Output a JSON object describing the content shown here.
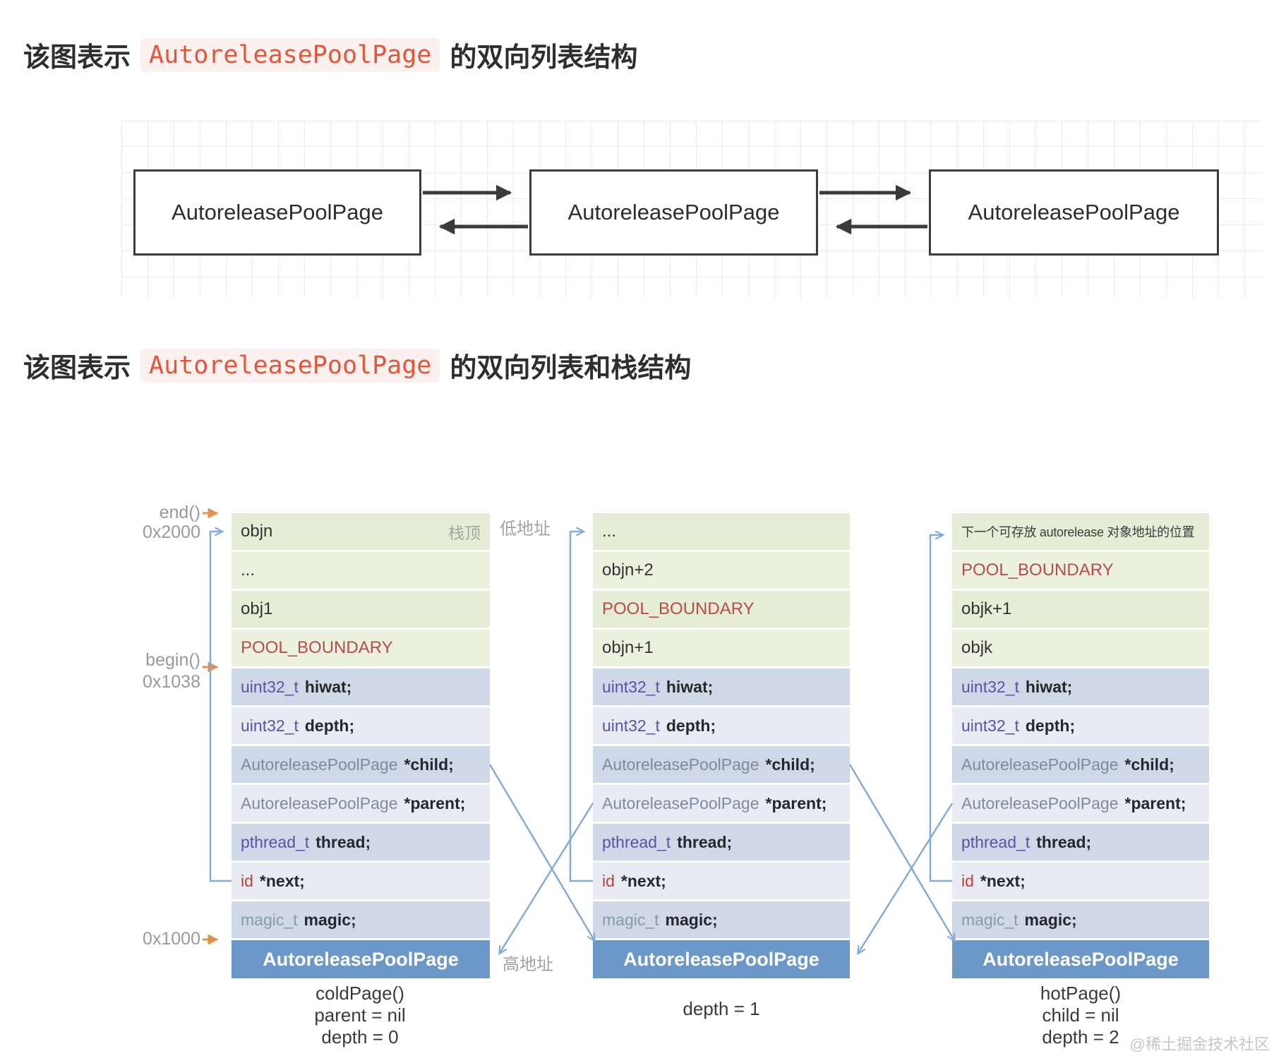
{
  "titles": {
    "t1_prefix": "该图表示",
    "t1_code": "AutoreleasePoolPage",
    "t1_suffix": "的双向列表结构",
    "t2_prefix": "该图表示",
    "t2_code": "AutoreleasePoolPage",
    "t2_suffix": "的双向列表和栈结构"
  },
  "linked_list": {
    "node1": "AutoreleasePoolPage",
    "node2": "AutoreleasePoolPage",
    "node3": "AutoreleasePoolPage"
  },
  "labels": {
    "end_fn": "end()",
    "end_addr": "0x2000",
    "begin_fn": "begin()",
    "begin_addr": "0x1038",
    "base_addr": "0x1000",
    "stack_top": "栈顶",
    "low_addr": "低地址",
    "high_addr": "高地址"
  },
  "stack_header": "AutoreleasePoolPage",
  "fields": [
    {
      "type": "uint32_t",
      "name": "hiwat;"
    },
    {
      "type": "uint32_t",
      "name": "depth;"
    },
    {
      "type": "AutoreleasePoolPage",
      "name": "*child;"
    },
    {
      "type": "AutoreleasePoolPage",
      "name": "*parent;"
    },
    {
      "type": "pthread_t",
      "name": "thread;"
    },
    {
      "type": "id",
      "name": "*next;"
    },
    {
      "type": "magic_t",
      "name": "magic;"
    }
  ],
  "stacks": [
    {
      "green_rows": [
        {
          "text": "objn"
        },
        {
          "text": "..."
        },
        {
          "text": "obj1"
        },
        {
          "text": "POOL_BOUNDARY"
        }
      ],
      "caption": [
        "coldPage()",
        "parent = nil",
        "depth = 0"
      ]
    },
    {
      "green_rows": [
        {
          "text": "..."
        },
        {
          "text": "objn+2"
        },
        {
          "text": "POOL_BOUNDARY"
        },
        {
          "text": "objn+1"
        }
      ],
      "caption": [
        "depth = 1"
      ]
    },
    {
      "green_rows": [
        {
          "text": "下一个可存放 autorelease 对象地址的位置"
        },
        {
          "text": "POOL_BOUNDARY"
        },
        {
          "text": "objk+1"
        },
        {
          "text": "objk"
        }
      ],
      "caption": [
        "hotPage()",
        "child = nil",
        "depth = 2"
      ]
    }
  ],
  "watermark": "@稀土掘金技术社区",
  "colors": {
    "code_text": "#e2573c",
    "code_bg": "#fcf1ee",
    "pool_boundary_red": "#b94b48",
    "type_purple": "#5b51a8",
    "type_grayblue": "#7d8ba1",
    "type_red": "#bb4038",
    "type_gray": "#8d99a6",
    "green_row": "#e5edd6",
    "green_row_alt": "#ebf1de",
    "blue_row": "#cfd8e6",
    "blue_row_alt": "#e8ebf3",
    "header_blue": "#6b98c8",
    "connector_blue": "#85abd7",
    "pointer_orange": "#e2904e",
    "ink": "#3a3a3a"
  }
}
